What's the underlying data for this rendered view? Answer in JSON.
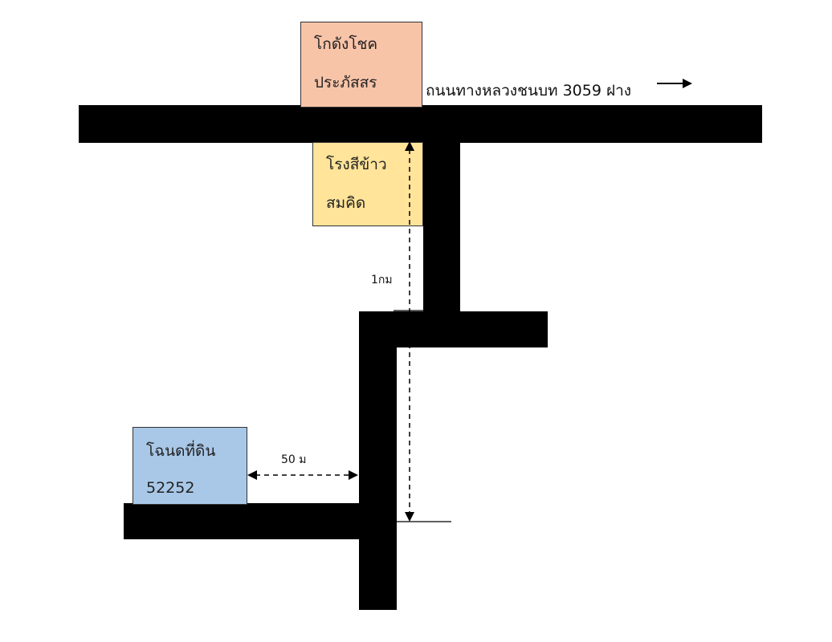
{
  "places": {
    "warehouse": {
      "line1": "โกดังโชค",
      "line2": "ประภัสสร",
      "color": "#F8C4A8"
    },
    "rice_mill": {
      "line1": "โรงสีข้าว",
      "line2": "สมคิด",
      "color": "#FFE49A"
    },
    "land_deed": {
      "line1": "โฉนดที่ดิน",
      "line2": "52252",
      "color": "#A9C8E8"
    }
  },
  "road": {
    "label": "ถนนทางหลวงชนบท 3059  ฝาง",
    "direction_icon": "right-arrow-icon"
  },
  "distances": {
    "vertical": "1กม",
    "horizontal": "50 ม"
  },
  "colors": {
    "road": "#000000",
    "background": "#FFFFFF"
  }
}
